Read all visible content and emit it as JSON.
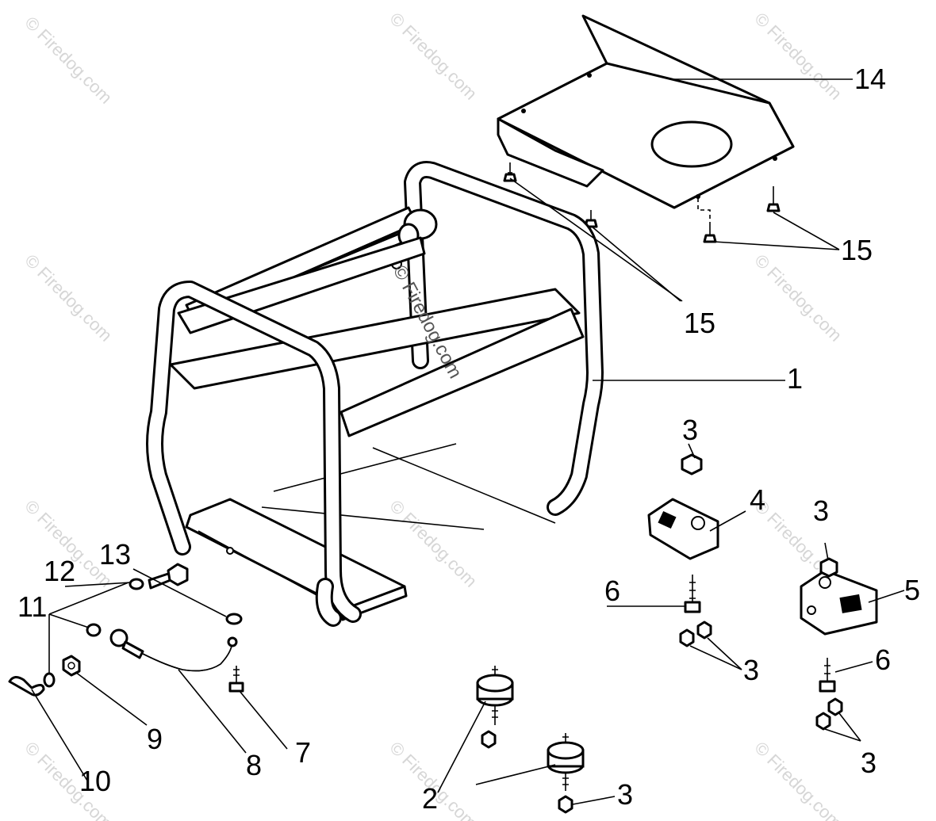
{
  "watermark": {
    "text": "© Firedog.com",
    "center_text": "© Firedog.com"
  },
  "callouts": [
    {
      "id": "c14",
      "label": "14"
    },
    {
      "id": "c15a",
      "label": "15"
    },
    {
      "id": "c15b",
      "label": "15"
    },
    {
      "id": "c1",
      "label": "1"
    },
    {
      "id": "c3a",
      "label": "3"
    },
    {
      "id": "c4",
      "label": "4"
    },
    {
      "id": "c3b",
      "label": "3"
    },
    {
      "id": "c5",
      "label": "5"
    },
    {
      "id": "c6a",
      "label": "6"
    },
    {
      "id": "c3c",
      "label": "3"
    },
    {
      "id": "c6b",
      "label": "6"
    },
    {
      "id": "c3d",
      "label": "3"
    },
    {
      "id": "c13",
      "label": "13"
    },
    {
      "id": "c12",
      "label": "12"
    },
    {
      "id": "c11",
      "label": "11"
    },
    {
      "id": "c9",
      "label": "9"
    },
    {
      "id": "c10",
      "label": "10"
    },
    {
      "id": "c8",
      "label": "8"
    },
    {
      "id": "c7",
      "label": "7"
    },
    {
      "id": "c2",
      "label": "2"
    },
    {
      "id": "c3e",
      "label": "3"
    }
  ]
}
